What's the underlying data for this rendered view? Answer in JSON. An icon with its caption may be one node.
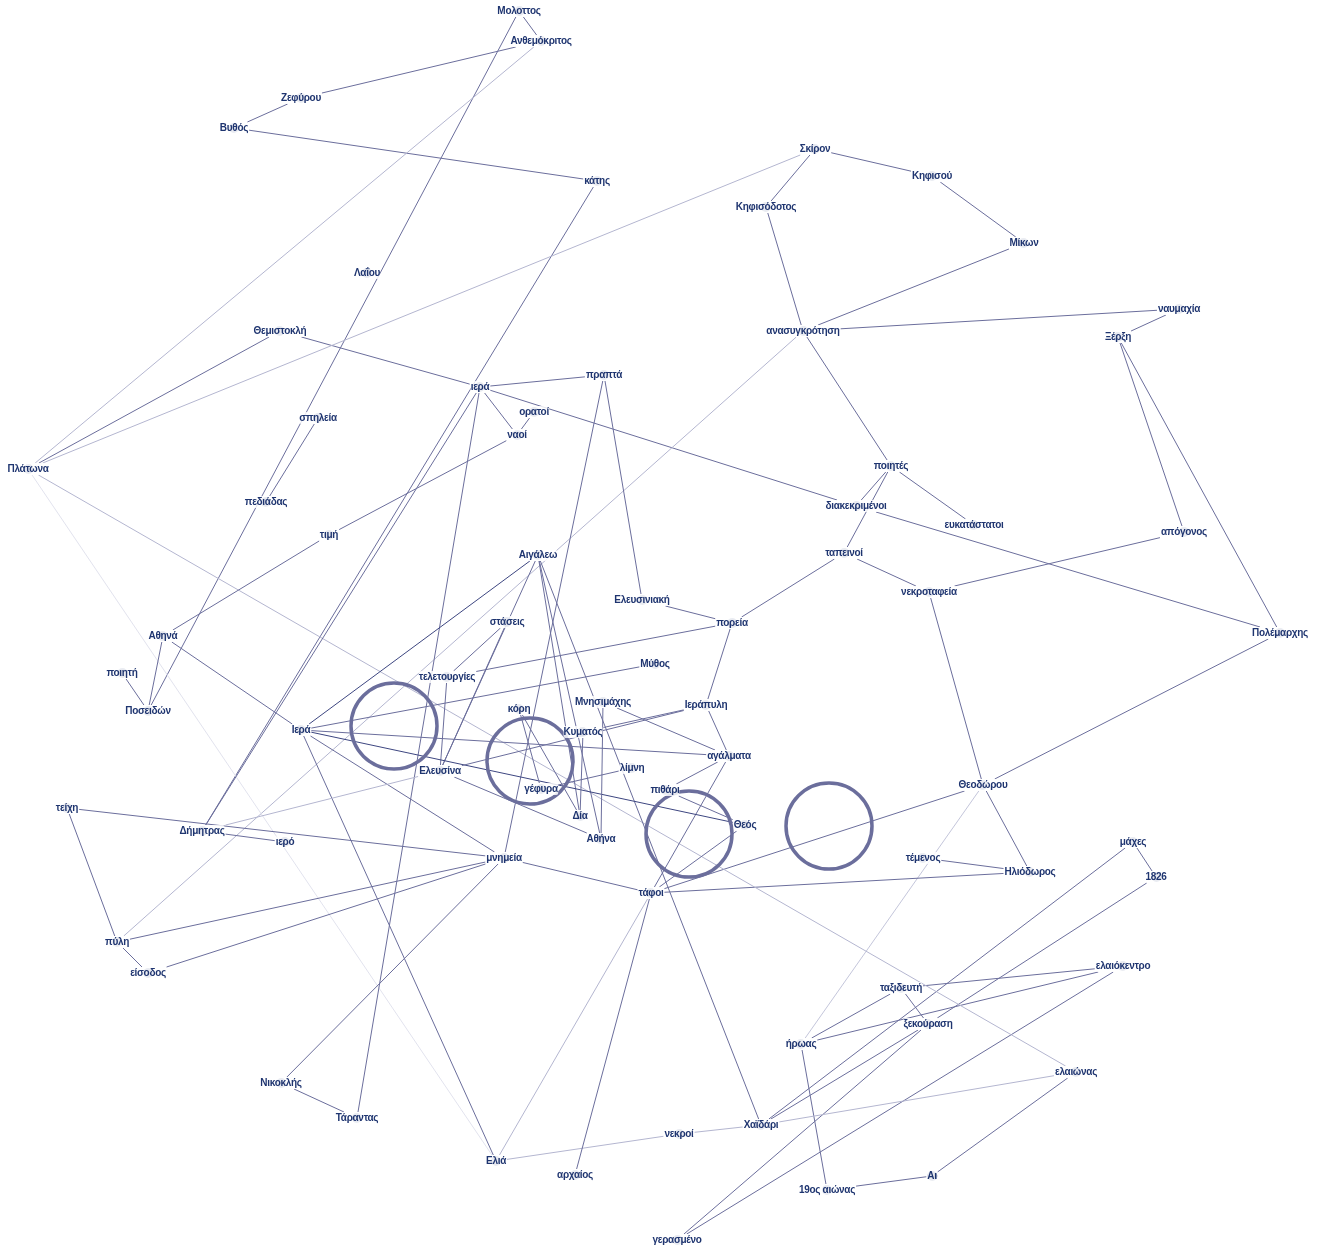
{
  "diagram": {
    "nodes": [
      {
        "text": [
          "Μολοττος"
        ]
      },
      {
        "text": [
          "Ανθεμόκριτος"
        ]
      },
      {
        "text": [
          "Ζεφύρου"
        ]
      },
      {
        "text": [
          "Βυθός"
        ]
      },
      {
        "text": [
          "κάτης"
        ]
      },
      {
        "text": [
          "Σκίρον"
        ]
      },
      {
        "text": [
          "Κηφισού"
        ]
      },
      {
        "text": [
          "Κηφισόδοτος"
        ]
      },
      {
        "text": [
          "Μίκων"
        ]
      },
      {
        "text": [
          "Λαΐου"
        ]
      },
      {
        "text": [
          "Θεμιστοκλή"
        ]
      },
      {
        "text": [
          "ανασυγκρότηση"
        ]
      },
      {
        "text": [
          "ναυμαχία"
        ]
      },
      {
        "text": [
          "Ξέρξη"
        ]
      },
      {
        "text": [
          "ιερά"
        ]
      },
      {
        "text": [
          "πραπτά"
        ]
      },
      {
        "text": [
          "ορατοί"
        ]
      },
      {
        "text": [
          "ναοί"
        ]
      },
      {
        "text": [
          "σπηλεία"
        ]
      },
      {
        "text": [
          "Πλάτωνα"
        ]
      },
      {
        "text": [
          "ποιητές"
        ]
      },
      {
        "text": [
          "πεδιάδας"
        ]
      },
      {
        "text": [
          "διακεκριμένοι"
        ]
      },
      {
        "text": [
          "ευκατάστατοι"
        ]
      },
      {
        "text": [
          "απόγονος"
        ]
      },
      {
        "text": [
          "τιμή"
        ]
      },
      {
        "text": [
          "Αιγάλεω"
        ]
      },
      {
        "text": [
          "ταπεινοί"
        ]
      },
      {
        "text": [
          "νεκροταφεία"
        ]
      },
      {
        "text": [
          "Ελευσινιακή"
        ]
      },
      {
        "text": [
          "στάσεις"
        ]
      },
      {
        "text": [
          "πορεία"
        ]
      },
      {
        "text": [
          "Πολέμαρχης"
        ]
      },
      {
        "text": [
          "Αθηνά"
        ]
      },
      {
        "text": [
          "Μύθος"
        ]
      },
      {
        "text": [
          "ποιητή"
        ]
      },
      {
        "text": [
          "τελετουργίες"
        ]
      },
      {
        "text": [
          "Μνησιμάχης"
        ]
      },
      {
        "text": [
          "Ιεράπυλη"
        ]
      },
      {
        "text": [
          "Ποσειδών"
        ]
      },
      {
        "text": [
          "Ιερά"
        ]
      },
      {
        "text": [
          "κόρη"
        ]
      },
      {
        "text": [
          "Κυματός"
        ]
      },
      {
        "text": [
          "αγάλματα"
        ]
      },
      {
        "text": [
          "Ελευσίνα"
        ]
      },
      {
        "text": [
          "λίμνη"
        ]
      },
      {
        "text": [
          "γέφυρα"
        ]
      },
      {
        "text": [
          "πιθάρι"
        ]
      },
      {
        "text": [
          "Θεοδώρου"
        ]
      },
      {
        "text": [
          "τείχη"
        ]
      },
      {
        "text": [
          "Θεός"
        ]
      },
      {
        "text": [
          "Δία"
        ]
      },
      {
        "text": [
          "Δήμητρας"
        ]
      },
      {
        "text": [
          "ιερό"
        ]
      },
      {
        "text": [
          "Αθήνα"
        ]
      },
      {
        "text": [
          "μνημεία"
        ]
      },
      {
        "text": [
          "τέμενος"
        ]
      },
      {
        "text": [
          "μάχες"
        ]
      },
      {
        "text": [
          "Ηλιόδωρος"
        ]
      },
      {
        "text": [
          "1826"
        ]
      },
      {
        "text": [
          "τάφοι"
        ]
      },
      {
        "text": [
          "πύλη"
        ]
      },
      {
        "text": [
          "ελαιόκεντρο"
        ]
      },
      {
        "text": [
          "είσοδος"
        ]
      },
      {
        "text": [
          "ταξιδευτή"
        ]
      },
      {
        "text": [
          "ξεκούραση"
        ]
      },
      {
        "text": [
          "ήρωας"
        ]
      },
      {
        "text": [
          "ελαιώνας"
        ]
      },
      {
        "text": [
          "Νικοκλής"
        ]
      },
      {
        "text": [
          "Χαϊδάρι"
        ]
      },
      {
        "text": [
          "Τάραντας"
        ]
      },
      {
        "text": [
          "νεκροί"
        ]
      },
      {
        "text": [
          "Ελιά"
        ]
      },
      {
        "text": [
          "αρχαίος"
        ]
      },
      {
        "text": [
          "Αι"
        ]
      },
      {
        "text": [
          "19ος αιώνας"
        ]
      },
      {
        "text": [
          "γερασμένο"
        ]
      }
    ],
    "edges": [
      {
        "from": 0,
        "to": 1,
        "arrow": "none"
      },
      {
        "from": 0,
        "to": 39,
        "arrow": "none"
      },
      {
        "from": 1,
        "to": 2,
        "arrow": "none"
      },
      {
        "from": 2,
        "to": 3,
        "arrow": "none"
      },
      {
        "from": 3,
        "to": 4,
        "arrow": "none"
      },
      {
        "from": 1,
        "to": 19,
        "arrow": "none",
        "color": "#b4b6d0"
      },
      {
        "from": 4,
        "to": 52,
        "arrow": "none"
      },
      {
        "from": 10,
        "to": 19,
        "arrow": "none"
      },
      {
        "from": 10,
        "to": 14,
        "arrow": "none"
      },
      {
        "from": 14,
        "to": 22,
        "arrow": "none"
      },
      {
        "from": 22,
        "to": 32,
        "arrow": "none"
      },
      {
        "from": 5,
        "to": 19,
        "arrow": "none",
        "color": "#b4b6d0"
      },
      {
        "from": 5,
        "to": 6,
        "arrow": "none"
      },
      {
        "from": 5,
        "to": 7,
        "arrow": "none"
      },
      {
        "from": 6,
        "to": 8,
        "arrow": "none"
      },
      {
        "from": 7,
        "to": 11,
        "arrow": "none"
      },
      {
        "from": 8,
        "to": 11,
        "arrow": "none"
      },
      {
        "from": 11,
        "to": 12,
        "arrow": "none"
      },
      {
        "from": 12,
        "to": 13,
        "arrow": "none"
      },
      {
        "from": 11,
        "to": 20,
        "arrow": "none"
      },
      {
        "from": 11,
        "to": 61,
        "arrow": "none",
        "color": "#b4b6d0"
      },
      {
        "from": 13,
        "to": 24,
        "arrow": "none"
      },
      {
        "from": 13,
        "to": 32,
        "arrow": "none"
      },
      {
        "from": 24,
        "to": 28,
        "arrow": "none"
      },
      {
        "from": 20,
        "to": 22,
        "arrow": "none"
      },
      {
        "from": 20,
        "to": 23,
        "arrow": "none"
      },
      {
        "from": 20,
        "to": 27,
        "arrow": "none"
      },
      {
        "from": 27,
        "to": 28,
        "arrow": "none"
      },
      {
        "from": 27,
        "to": 31,
        "arrow": "none"
      },
      {
        "from": 28,
        "to": 48,
        "arrow": "none"
      },
      {
        "from": 48,
        "to": 32,
        "arrow": "none"
      },
      {
        "from": 48,
        "to": 58,
        "arrow": "none"
      },
      {
        "from": 48,
        "to": 60,
        "arrow": "none"
      },
      {
        "from": 48,
        "to": 66,
        "arrow": "none",
        "color": "#c4c6db"
      },
      {
        "from": 56,
        "to": 58,
        "arrow": "none"
      },
      {
        "from": 58,
        "to": 60,
        "arrow": "none"
      },
      {
        "from": 57,
        "to": 59,
        "arrow": "none"
      },
      {
        "from": 57,
        "to": 69,
        "arrow": "none"
      },
      {
        "from": 59,
        "to": 65,
        "arrow": "none"
      },
      {
        "from": 65,
        "to": 69,
        "arrow": "none"
      },
      {
        "from": 64,
        "to": 62,
        "arrow": "none"
      },
      {
        "from": 64,
        "to": 65,
        "arrow": "none"
      },
      {
        "from": 66,
        "to": 64,
        "arrow": "none"
      },
      {
        "from": 66,
        "to": 62,
        "arrow": "none"
      },
      {
        "from": 66,
        "to": 75,
        "arrow": "none"
      },
      {
        "from": 75,
        "to": 74,
        "arrow": "none"
      },
      {
        "from": 74,
        "to": 67,
        "arrow": "none"
      },
      {
        "from": 76,
        "to": 65,
        "arrow": "none"
      },
      {
        "from": 76,
        "to": 62,
        "arrow": "none"
      },
      {
        "from": 67,
        "to": 69,
        "arrow": "none",
        "color": "#b4b6d0"
      },
      {
        "from": 67,
        "to": 19,
        "arrow": "none",
        "color": "#b4b6d0"
      },
      {
        "from": 72,
        "to": 19,
        "arrow": "none",
        "color": "#e2e3ee"
      },
      {
        "from": 72,
        "to": 40,
        "arrow": "none"
      },
      {
        "from": 72,
        "to": 60,
        "arrow": "none",
        "color": "#b4b6d0"
      },
      {
        "from": 72,
        "to": 71,
        "arrow": "none",
        "color": "#b4b6d0"
      },
      {
        "from": 71,
        "to": 69,
        "arrow": "none",
        "color": "#b4b6d0"
      },
      {
        "from": 69,
        "to": 26,
        "arrow": "none"
      },
      {
        "from": 73,
        "to": 60,
        "arrow": "none"
      },
      {
        "from": 60,
        "to": 55,
        "arrow": "none"
      },
      {
        "from": 60,
        "to": 50,
        "arrow": "none"
      },
      {
        "from": 60,
        "to": 43,
        "arrow": "none"
      },
      {
        "from": 55,
        "to": 49,
        "arrow": "none"
      },
      {
        "from": 55,
        "to": 61,
        "arrow": "none"
      },
      {
        "from": 55,
        "to": 63,
        "arrow": "none"
      },
      {
        "from": 55,
        "to": 68,
        "arrow": "none"
      },
      {
        "from": 55,
        "to": 40,
        "arrow": "none"
      },
      {
        "from": 55,
        "to": 15,
        "arrow": "none"
      },
      {
        "from": 70,
        "to": 14,
        "arrow": "none"
      },
      {
        "from": 70,
        "to": 68,
        "arrow": "none"
      },
      {
        "from": 14,
        "to": 15,
        "arrow": "none"
      },
      {
        "from": 14,
        "to": 17,
        "arrow": "none"
      },
      {
        "from": 16,
        "to": 17,
        "arrow": "none"
      },
      {
        "from": 14,
        "to": 52,
        "arrow": "none"
      },
      {
        "from": 17,
        "to": 25,
        "arrow": "none"
      },
      {
        "from": 25,
        "to": 33,
        "arrow": "none"
      },
      {
        "from": 33,
        "to": 40,
        "arrow": "none"
      },
      {
        "from": 33,
        "to": 39,
        "arrow": "none"
      },
      {
        "from": 35,
        "to": 39,
        "arrow": "none"
      },
      {
        "from": 18,
        "to": 21,
        "arrow": "none"
      },
      {
        "from": 26,
        "to": 40,
        "arrow": "none",
        "color": "#3d4680"
      },
      {
        "from": 26,
        "to": 44,
        "arrow": "none"
      },
      {
        "from": 26,
        "to": 54,
        "arrow": "none"
      },
      {
        "from": 26,
        "to": 51,
        "arrow": "none"
      },
      {
        "from": 30,
        "to": 36,
        "arrow": "none"
      },
      {
        "from": 30,
        "to": 44,
        "arrow": "none"
      },
      {
        "from": 36,
        "to": 44,
        "arrow": "none"
      },
      {
        "from": 36,
        "to": 31,
        "arrow": "none"
      },
      {
        "from": 40,
        "to": 34,
        "arrow": "none"
      },
      {
        "from": 40,
        "to": 43,
        "arrow": "none"
      },
      {
        "from": 40,
        "to": 50,
        "arrow": "none",
        "color": "#3d4680"
      },
      {
        "from": 44,
        "to": 38,
        "arrow": "none"
      },
      {
        "from": 44,
        "to": 54,
        "arrow": "none"
      },
      {
        "from": 52,
        "to": 53,
        "arrow": "none"
      },
      {
        "from": 52,
        "to": 44,
        "arrow": "none",
        "color": "#b4b6d0"
      },
      {
        "from": 41,
        "to": 46,
        "arrow": "none"
      },
      {
        "from": 41,
        "to": 51,
        "arrow": "none"
      },
      {
        "from": 37,
        "to": 43,
        "arrow": "none"
      },
      {
        "from": 37,
        "to": 54,
        "arrow": "none"
      },
      {
        "from": 42,
        "to": 38,
        "arrow": "none"
      },
      {
        "from": 42,
        "to": 51,
        "arrow": "none"
      },
      {
        "from": 46,
        "to": 45,
        "arrow": "none"
      },
      {
        "from": 38,
        "to": 43,
        "arrow": "none"
      },
      {
        "from": 38,
        "to": 31,
        "arrow": "none"
      },
      {
        "from": 31,
        "to": 29,
        "arrow": "none"
      },
      {
        "from": 29,
        "to": 15,
        "arrow": "none"
      },
      {
        "from": 43,
        "to": 47,
        "arrow": "none"
      },
      {
        "from": 47,
        "to": 50,
        "arrow": "none"
      },
      {
        "from": 61,
        "to": 63,
        "arrow": "none"
      },
      {
        "from": 61,
        "to": 49,
        "arrow": "none"
      }
    ]
  }
}
